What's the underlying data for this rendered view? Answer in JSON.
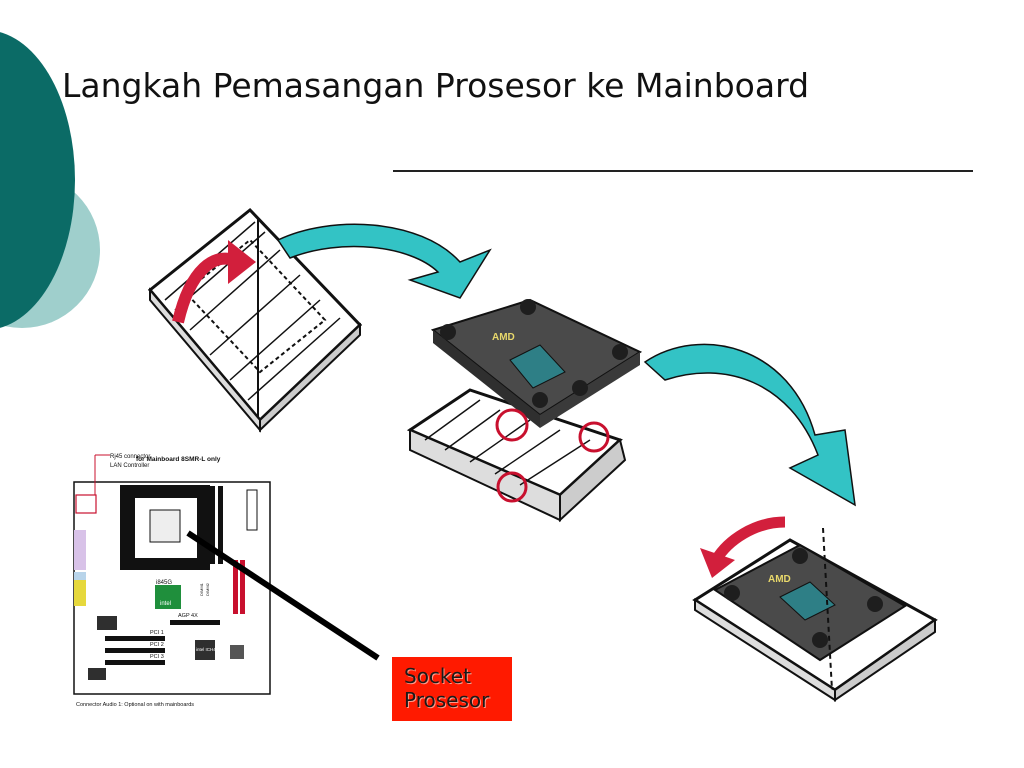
{
  "slide": {
    "title": "Langkah Pemasangan Prosesor ke Mainboard"
  },
  "callout": {
    "line1": "Socket",
    "line2": "Prosesor"
  },
  "mainboard": {
    "rj45": "Rj45 connector",
    "lan": "LAN Controller",
    "note": "for Mainboard 8SMR-L only",
    "chip_brand": "i845G",
    "chip_logo": "intel",
    "agp": "AGP 4X",
    "pci1": "PCI 1",
    "pci2": "PCI 2",
    "pci3": "PCI 3",
    "ich": "intel ICH4",
    "dimm1": "DIMM1",
    "dimm2": "DIMM2",
    "audio_note": "Connector Audio 1: Optional on with mainboards"
  },
  "colors": {
    "teal_dark": "#0b6b66",
    "teal_light": "#9fcfcc",
    "arrow_cyan": "#33c3c5",
    "arrow_red": "#d21f3c",
    "cpu_dark": "#4a4a4a",
    "callout_bg": "#ff1a00",
    "circle_red": "#c8102e"
  }
}
